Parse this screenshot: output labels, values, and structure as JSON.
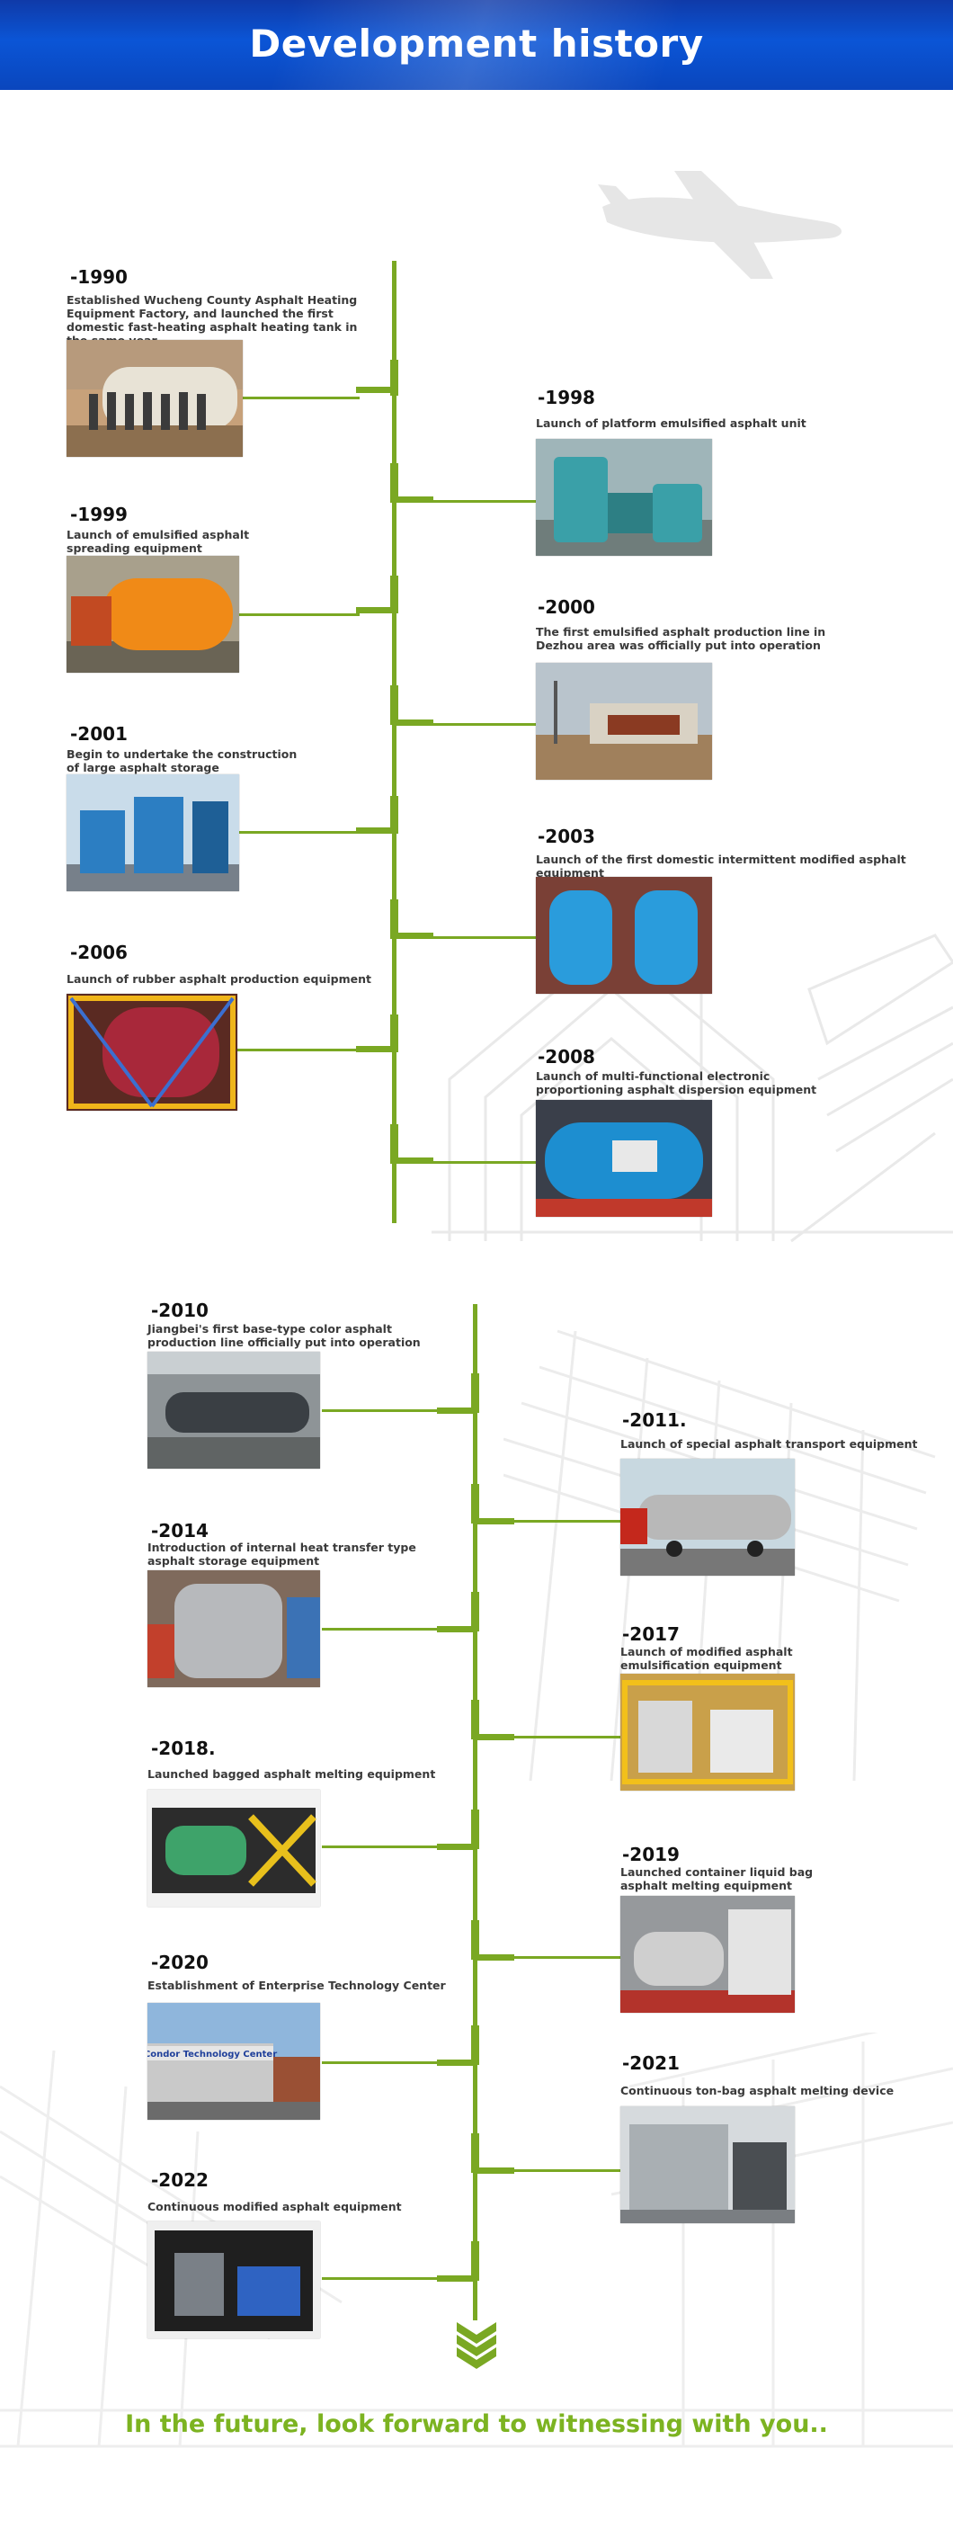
{
  "header": {
    "title": "Development history"
  },
  "timeline_1": [
    {
      "year": "-1990",
      "text": "Established Wucheng County Asphalt Heating Equipment Factory, and launched the first domestic fast-heating asphalt heating tank in the same year."
    },
    {
      "year": "-1998",
      "text": "Launch of platform emulsified asphalt unit"
    },
    {
      "year": "-1999",
      "text": "Launch of emulsified asphalt spreading equipment"
    },
    {
      "year": "-2000",
      "text": "The first emulsified asphalt production line in Dezhou area was officially put into operation"
    },
    {
      "year": "-2001",
      "text": "Begin to undertake the construction of large asphalt storage"
    },
    {
      "year": "-2003",
      "text": "Launch of the first domestic intermittent modified asphalt equipment"
    },
    {
      "year": "-2006",
      "text": "Launch of rubber asphalt production equipment"
    },
    {
      "year": "-2008",
      "text": "Launch of multi-functional electronic proportioning asphalt dispersion equipment"
    }
  ],
  "timeline_2": [
    {
      "year": "-2010",
      "text": "Jiangbei's first base-type color asphalt production line officially put into operation"
    },
    {
      "year": "-2011.",
      "text": "Launch of special asphalt transport equipment"
    },
    {
      "year": "-2014",
      "text": "Introduction of internal heat transfer type asphalt storage equipment"
    },
    {
      "year": "-2017",
      "text": "Launch of modified asphalt emulsification equipment"
    },
    {
      "year": "-2018.",
      "text": "Launched bagged asphalt melting equipment"
    },
    {
      "year": "-2019",
      "text": "Launched container liquid bag asphalt melting equipment"
    },
    {
      "year": "-2020",
      "text": "Establishment of Enterprise Technology Center",
      "sign": "Condor Technology Center"
    },
    {
      "year": "-2021",
      "text": "Continuous ton-bag asphalt melting device"
    },
    {
      "year": "-2022",
      "text": "Continuous modified asphalt equipment"
    }
  ],
  "footer": {
    "closing": "In the future, look forward to witnessing with you.."
  },
  "colors": {
    "accent": "#7aa823",
    "header_blue": "#0b55d6",
    "closing_green": "#7cb321"
  }
}
